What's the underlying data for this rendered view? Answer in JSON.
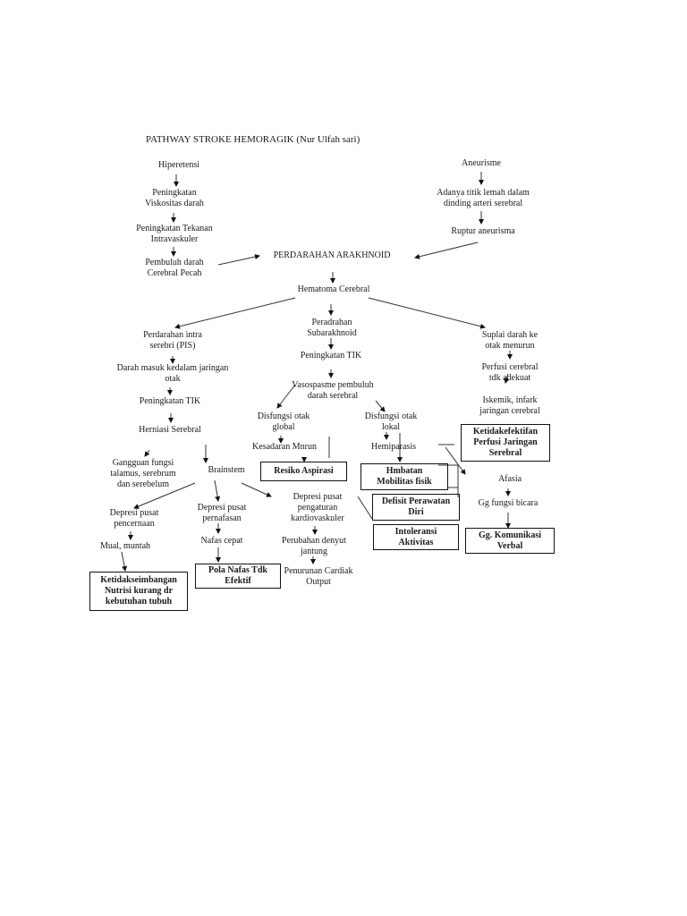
{
  "title": "PATHWAY STROKE HEMORAGIK (Nur Ulfah sari)",
  "nodes": {
    "hipertensi": "Hiperetensi",
    "aneurisme": "Aneurisme",
    "viskositas": [
      "Peningkatan",
      "Viskositas darah"
    ],
    "titik_lemah": [
      "Adanya titik lemah dalam",
      "dinding arteri serebral"
    ],
    "tekanan": [
      "Peningkatan Tekanan",
      "Intravaskuler"
    ],
    "ruptur": "Ruptur aneurisma",
    "pembuluh_pecah": [
      "Pembuluh darah",
      "Cerebral Pecah"
    ],
    "perdarahan_arakhnoid": "PERDARAHAN ARAKHNOID",
    "hematoma": "Hematoma Cerebral",
    "pis": [
      "Perdarahan intra",
      "serebri (PIS)"
    ],
    "subarakhnoid": [
      "Peradrahan",
      "Subarakhnoid"
    ],
    "suplai": [
      "Suplai darah ke",
      "otak menurun"
    ],
    "darah_masuk": [
      "Darah masuk kedalam jaringan",
      "otak"
    ],
    "tik_center": "Peningkatan TIK",
    "perfusi": [
      "Perfusi cerebral",
      "tdk adekuat"
    ],
    "tik_left": "Peningkatan TIK",
    "vasospasme": [
      "Vasospasme pembuluh",
      "darah serebral"
    ],
    "iskemik": [
      "Iskemik, infark",
      "jaringan cerebral"
    ],
    "herniasi": "Herniasi Serebral",
    "disfungsi_global": [
      "Disfungsi otak",
      "global"
    ],
    "disfungsi_lokal": [
      "Disfungsi otak",
      "lokal"
    ],
    "kesadaran": "Kesadaran Mnrun",
    "hemiparasis": "Hemiparasis",
    "talamus": [
      "Gangguan fungsi",
      "talamus, serebrum",
      "dan serebelum"
    ],
    "brainstem": "Brainstem",
    "afasia": "Afasia",
    "dep_pencernaan": [
      "Depresi pusat",
      "pencernaan"
    ],
    "dep_pernafasan": [
      "Depresi pusat",
      "pernafasan"
    ],
    "dep_kardio": [
      "Depresi pusat",
      "pengaturan",
      "kardiovaskuler"
    ],
    "gg_bicara": "Gg fungsi bicara",
    "mual": "Mual, muntah",
    "nafas_cepat": "Nafas cepat",
    "denyut": [
      "Perubahan denyut",
      "jantung"
    ],
    "cardiac": [
      "Penurunan Cardiak",
      "Output"
    ]
  },
  "diagnoses": {
    "perfusi": [
      "Ketidakefektifan",
      "Perfusi Jaringan",
      "Serebral"
    ],
    "aspirasi": "Resiko Aspirasi",
    "mobilitas": [
      "Hmbatan",
      "Mobilitas fisik"
    ],
    "perawatan": [
      "Defisit Perawatan",
      "Diri"
    ],
    "intoleransi": [
      "Intoleransi",
      "Aktivitas"
    ],
    "komunikasi": [
      "Gg. Komunikasi",
      "Verbal"
    ],
    "nafas": [
      "Pola Nafas Tdk",
      "Efektif"
    ],
    "nutrisi": [
      "Ketidakseimbangan",
      "Nutrisi kurang dr",
      "kebutuhan tubuh"
    ]
  }
}
